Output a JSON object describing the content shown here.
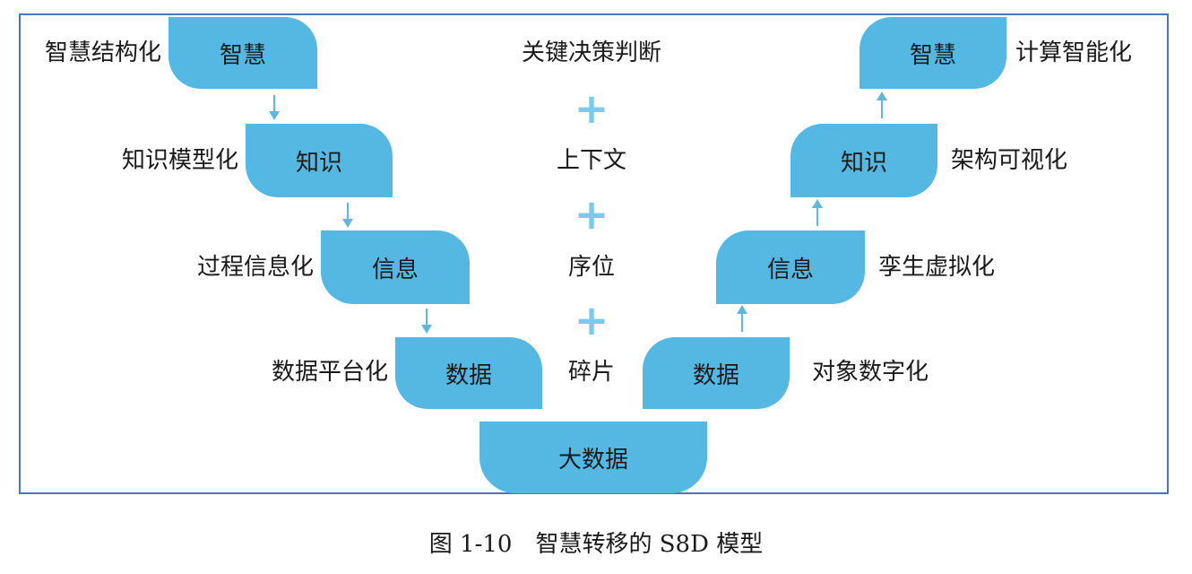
{
  "left_column": {
    "boxes": [
      "智慧",
      "知识",
      "信息",
      "数据"
    ],
    "labels": [
      "智慧结构化",
      "知识模型化",
      "过程信息化",
      "数据平台化"
    ]
  },
  "right_column": {
    "boxes": [
      "智慧",
      "知识",
      "信息",
      "数据"
    ],
    "labels": [
      "计算智能化",
      "架构可视化",
      "孪生虚拟化",
      "对象数字化"
    ]
  },
  "center": {
    "items": [
      "关键决策判断",
      "上下文",
      "序位",
      "碎片"
    ],
    "plus_symbol": "+",
    "bottom_box": "大数据"
  },
  "caption": "图 1-10　智慧转移的 S8D 模型",
  "colors": {
    "box_fill": "#55b8e2",
    "plus": "#7cc9ee",
    "arrow": "#5db8e0",
    "frame_border": "#4a78b6"
  }
}
